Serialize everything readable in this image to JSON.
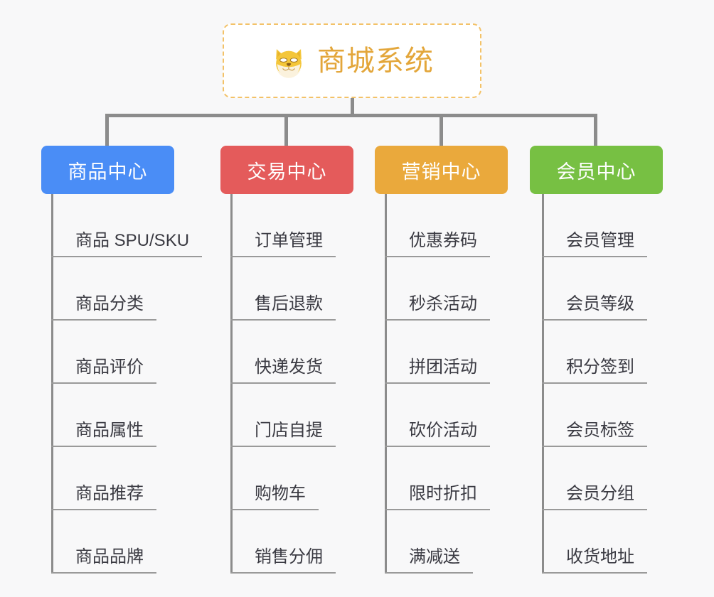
{
  "diagram": {
    "background_color": "#f8f8f9",
    "connector_color": "#8c8c8c",
    "root": {
      "title": "商城系统",
      "icon": "shiba-dog-face-icon",
      "text_color": "#e3a63a",
      "border_color": "#f3c268",
      "background_color": "#ffffff"
    },
    "columns": [
      {
        "label": "商品中心",
        "color": "#4a8df6",
        "items": [
          "商品 SPU/SKU",
          "商品分类",
          "商品评价",
          "商品属性",
          "商品推荐",
          "商品品牌"
        ]
      },
      {
        "label": "交易中心",
        "color": "#e45b5b",
        "items": [
          "订单管理",
          "售后退款",
          "快递发货",
          "门店自提",
          "购物车",
          "销售分佣"
        ]
      },
      {
        "label": "营销中心",
        "color": "#eaa93c",
        "items": [
          "优惠券码",
          "秒杀活动",
          "拼团活动",
          "砍价活动",
          "限时折扣",
          "满减送"
        ]
      },
      {
        "label": "会员中心",
        "color": "#77c043",
        "items": [
          "会员管理",
          "会员等级",
          "积分签到",
          "会员标签",
          "会员分组",
          "收货地址"
        ]
      }
    ]
  }
}
